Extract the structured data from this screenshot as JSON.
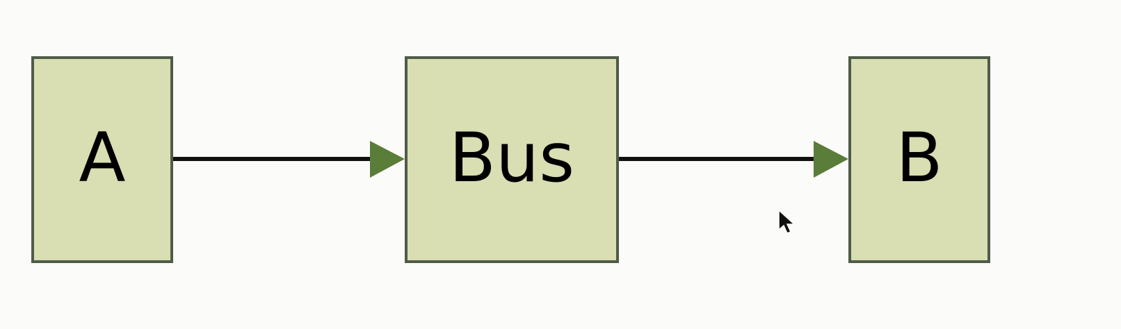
{
  "diagram": {
    "nodes": [
      {
        "id": "a",
        "label": "A"
      },
      {
        "id": "bus",
        "label": "Bus"
      },
      {
        "id": "b",
        "label": "B"
      }
    ],
    "edges": [
      {
        "from": "A",
        "to": "Bus"
      },
      {
        "from": "Bus",
        "to": "B"
      }
    ],
    "colors": {
      "node_fill": "#d9deb3",
      "node_border": "#4e5c47",
      "edge_line": "#111111",
      "arrowhead": "#5a7d3a"
    }
  },
  "cursor": {
    "icon": "mouse-pointer-icon"
  }
}
